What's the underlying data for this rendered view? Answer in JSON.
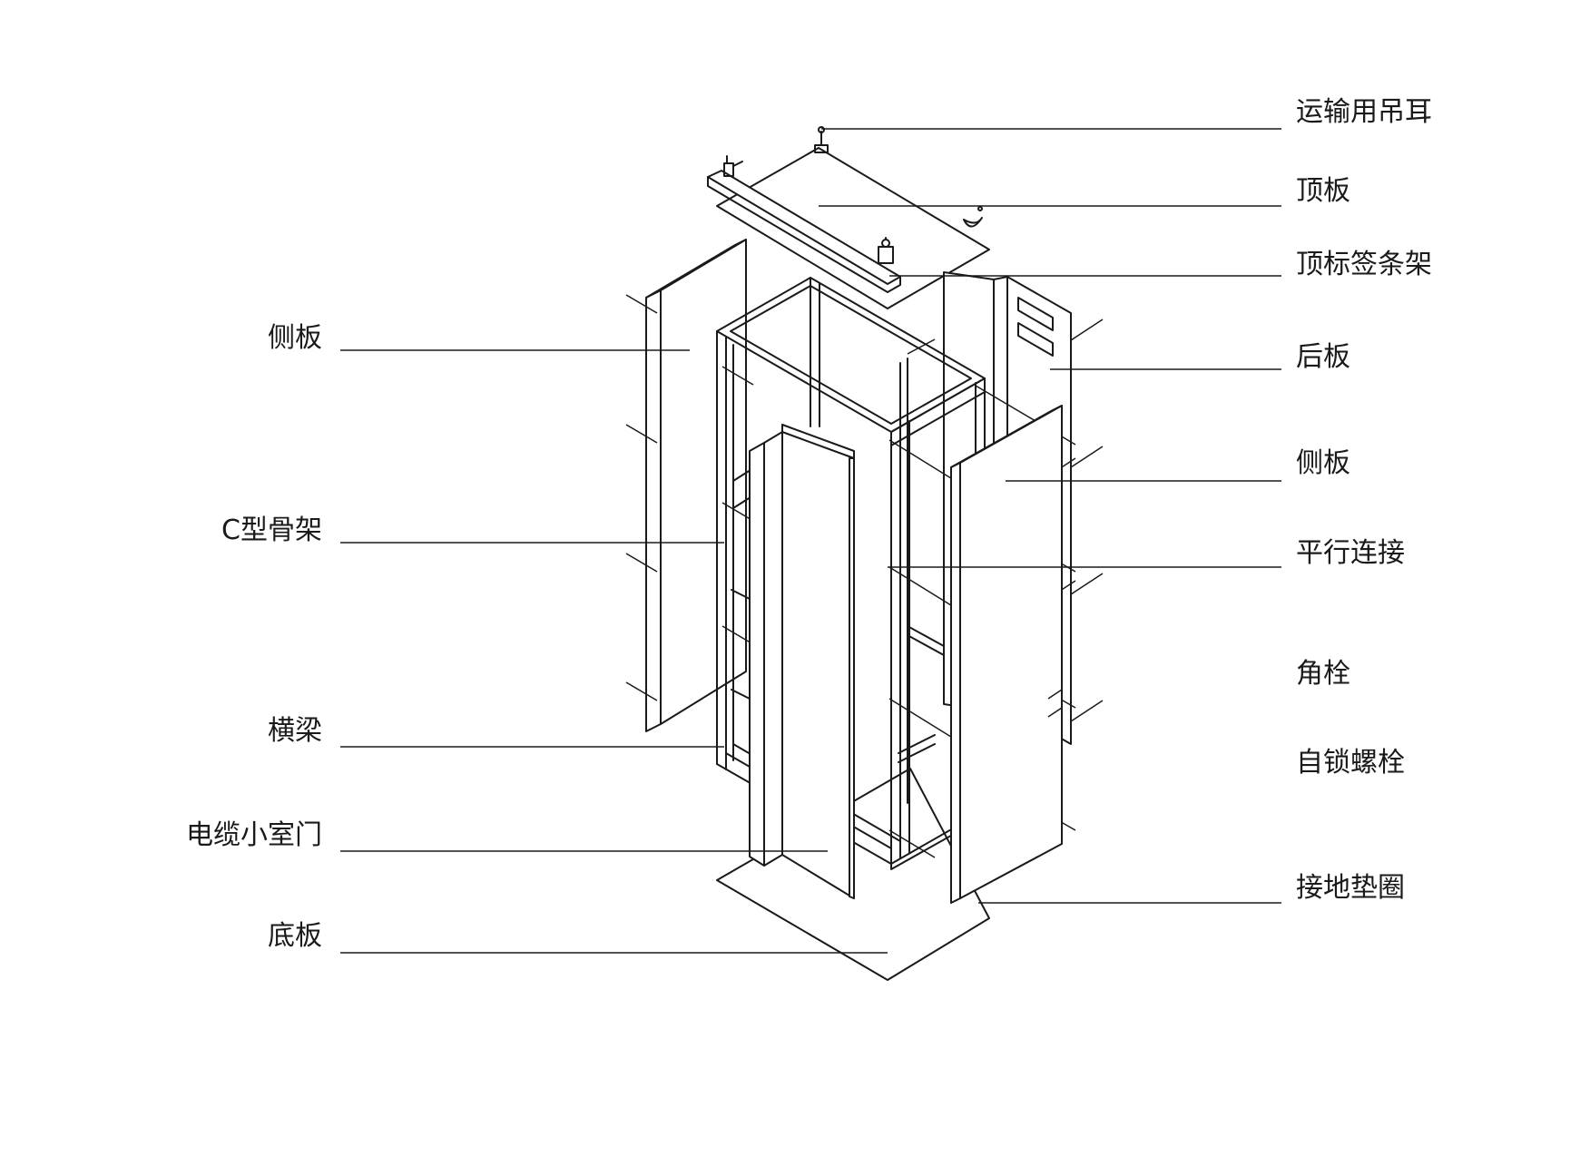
{
  "diagram": {
    "labels_left": [
      "侧板",
      "C型骨架",
      "横梁",
      "电缆小室门",
      "底板"
    ],
    "labels_right": [
      "运输用吊耳",
      "顶板",
      "顶标签条架",
      "后板",
      "侧板",
      "平行连接",
      "角栓",
      "自锁螺栓",
      "接地垫圈"
    ],
    "stroke_color": "#1a1a1a",
    "background_color": "#ffffff"
  }
}
